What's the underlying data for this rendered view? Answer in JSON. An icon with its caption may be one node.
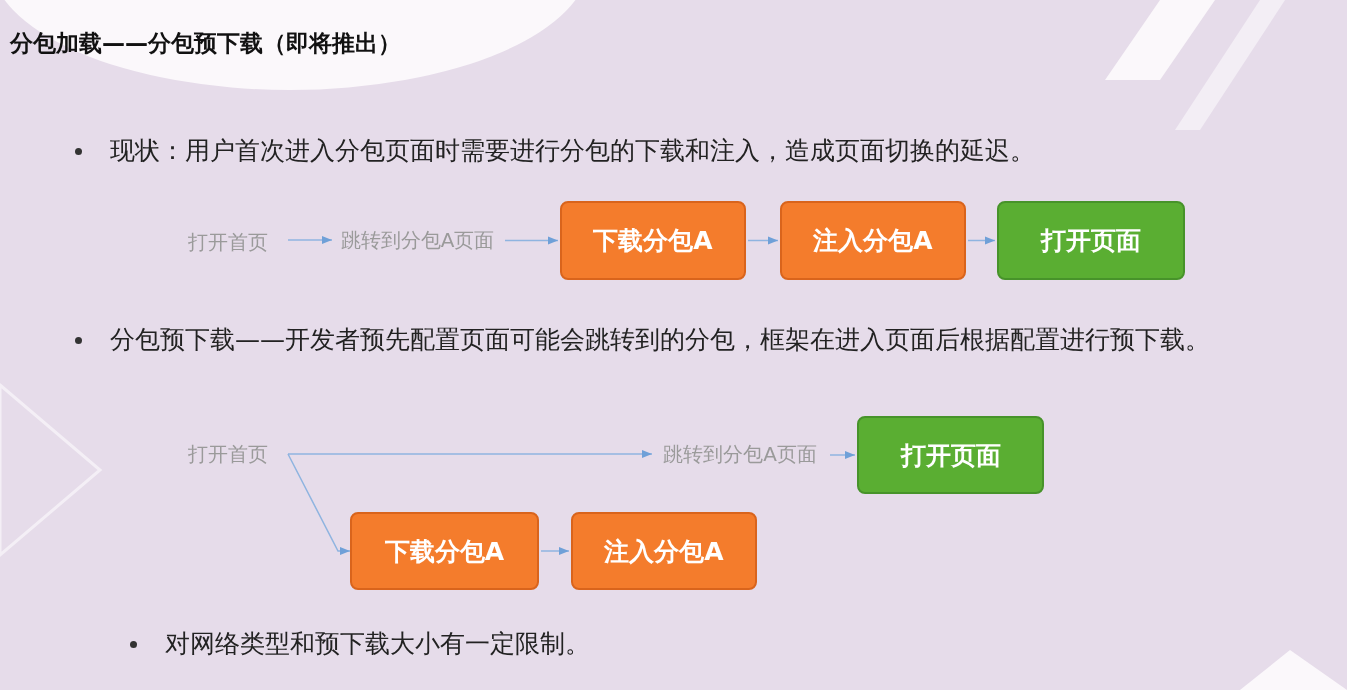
{
  "diagram": {
    "title": "分包加载——分包预下载（即将推出）",
    "nodes": [
      {
        "text": [
          "打开首页"
        ]
      },
      {
        "text": [
          "跳转到分包A页面"
        ]
      },
      {
        "text": [
          "下载分包A"
        ]
      },
      {
        "text": [
          "注入分包A"
        ]
      },
      {
        "text": [
          "打开页面"
        ]
      },
      {
        "text": [
          "打开首页"
        ]
      },
      {
        "text": [
          "跳转到分包A页面"
        ]
      },
      {
        "text": [
          "打开页面"
        ]
      },
      {
        "text": [
          "下载分包A"
        ]
      },
      {
        "text": [
          "注入分包A"
        ]
      }
    ],
    "edges": [
      {
        "from": 0,
        "to": 1,
        "arrow": "to"
      },
      {
        "from": 1,
        "to": 2,
        "arrow": "to"
      },
      {
        "from": 2,
        "to": 3,
        "arrow": "to"
      },
      {
        "from": 3,
        "to": 4,
        "arrow": "to"
      },
      {
        "from": 5,
        "to": 6,
        "arrow": "to"
      },
      {
        "from": 6,
        "to": 7,
        "arrow": "to"
      },
      {
        "from": 5,
        "to": 8,
        "arrow": "to"
      },
      {
        "from": 8,
        "to": 9,
        "arrow": "to"
      }
    ],
    "labels": [
      "现状：用户首次进入分包页面时需要进行分包的下载和注入，造成页面切换的延迟。",
      "分包预下载——开发者预先配置页面可能会跳转到的分包，框架在进入页面后根据配置进行预下载。",
      "对网络类型和预下载大小有一定限制。"
    ]
  }
}
